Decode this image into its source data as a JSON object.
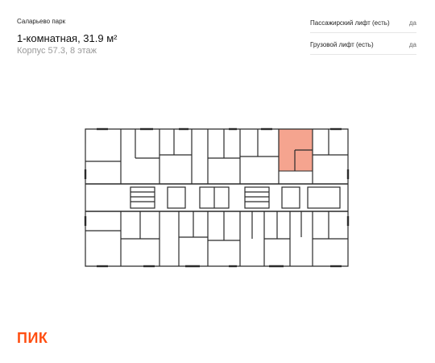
{
  "header": {
    "project_name": "Саларьево парк",
    "apartment_title": "1-комнатная, 31.9 м²",
    "location": "Корпус 57.3, 8 этаж"
  },
  "features": [
    {
      "label": "Пассажирский лифт (есть)",
      "value": "да"
    },
    {
      "label": "Грузовой лифт (есть)",
      "value": "да"
    }
  ],
  "floor_plan": {
    "highlight_color": "#f5a48f",
    "wall_color": "#2a2a2a"
  },
  "brand": {
    "logo_text": "ПИК",
    "color": "#ff4f12"
  }
}
